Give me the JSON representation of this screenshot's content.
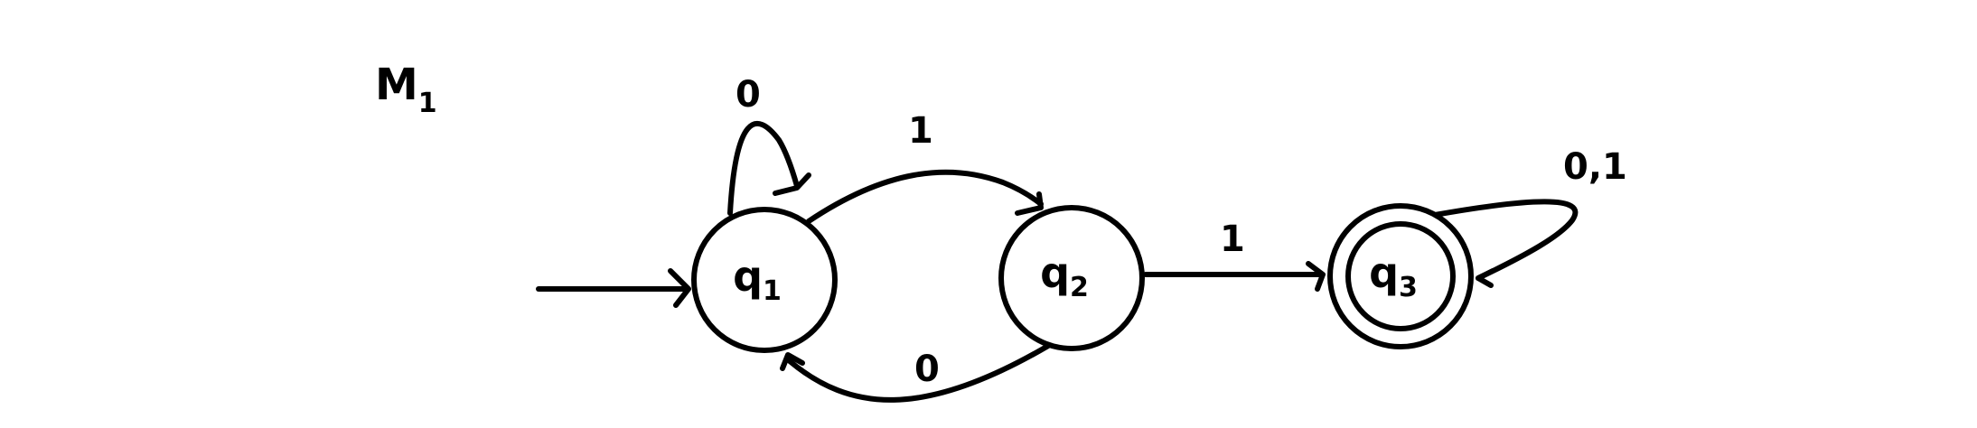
{
  "machine": {
    "name": "M",
    "name_sub": "1"
  },
  "states": [
    {
      "id": "q1",
      "base": "q",
      "sub": "1",
      "start": true,
      "accept": false
    },
    {
      "id": "q2",
      "base": "q",
      "sub": "2",
      "start": false,
      "accept": false
    },
    {
      "id": "q3",
      "base": "q",
      "sub": "3",
      "start": false,
      "accept": true
    }
  ],
  "transitions": [
    {
      "from": "q1",
      "to": "q1",
      "label": "0"
    },
    {
      "from": "q1",
      "to": "q2",
      "label": "1"
    },
    {
      "from": "q2",
      "to": "q1",
      "label": "0"
    },
    {
      "from": "q2",
      "to": "q3",
      "label": "1"
    },
    {
      "from": "q3",
      "to": "q3",
      "label": "0,1"
    }
  ],
  "colors": {
    "ink": "#000000",
    "paper": "#ffffff"
  }
}
